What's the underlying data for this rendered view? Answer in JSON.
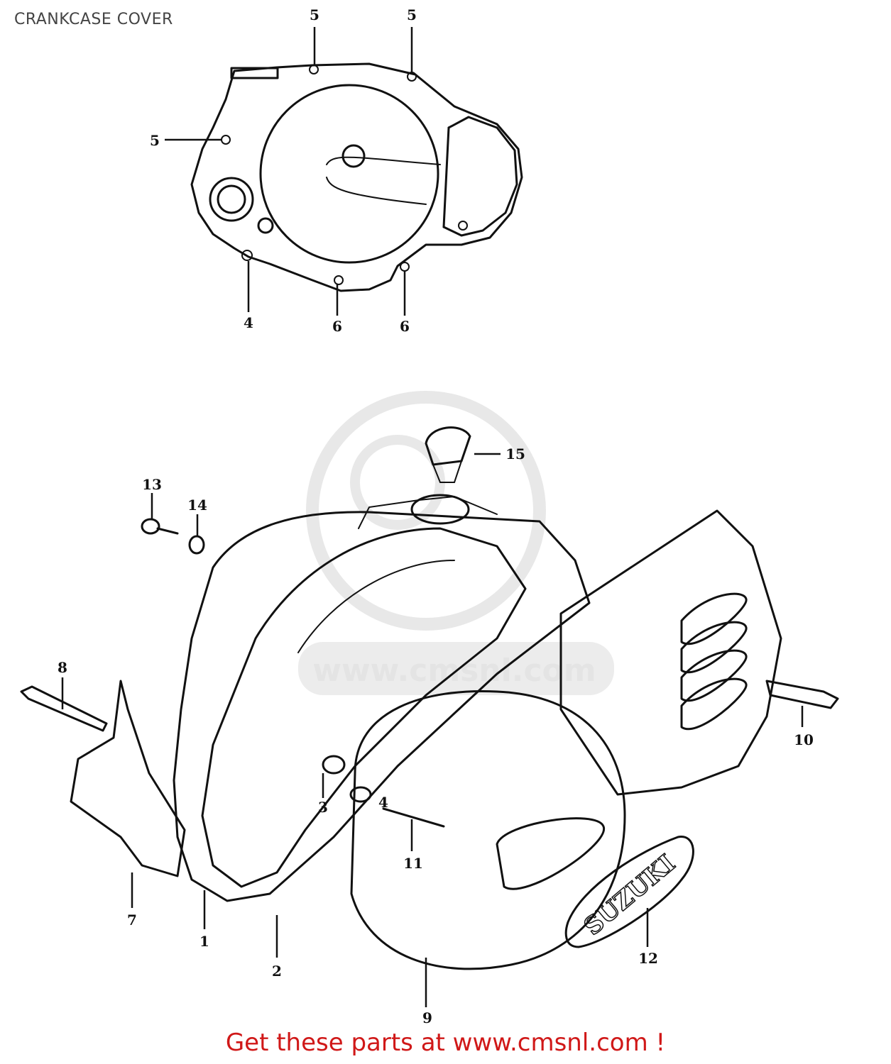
{
  "title": "CRANKCASE COVER",
  "footer_text": "Get these parts at www.cmsnl.com !",
  "watermark_text": "www.cmsnl.com",
  "badge_text": "SUZUKI",
  "colors": {
    "footer": "#d01818",
    "ink": "#111111",
    "watermark": "#e4e4e4"
  },
  "part_labels": [
    {
      "id": "label-5-a",
      "text": "5"
    },
    {
      "id": "label-5-b",
      "text": "5"
    },
    {
      "id": "label-5-c",
      "text": "5"
    },
    {
      "id": "label-4-top",
      "text": "4"
    },
    {
      "id": "label-6-a",
      "text": "6"
    },
    {
      "id": "label-6-b",
      "text": "6"
    },
    {
      "id": "label-15",
      "text": "15"
    },
    {
      "id": "label-13",
      "text": "13"
    },
    {
      "id": "label-14",
      "text": "14"
    },
    {
      "id": "label-8",
      "text": "8"
    },
    {
      "id": "label-10",
      "text": "10"
    },
    {
      "id": "label-3",
      "text": "3"
    },
    {
      "id": "label-4-mid",
      "text": "4"
    },
    {
      "id": "label-11",
      "text": "11"
    },
    {
      "id": "label-7",
      "text": "7"
    },
    {
      "id": "label-1",
      "text": "1"
    },
    {
      "id": "label-2",
      "text": "2"
    },
    {
      "id": "label-12",
      "text": "12"
    },
    {
      "id": "label-9",
      "text": "9"
    }
  ]
}
